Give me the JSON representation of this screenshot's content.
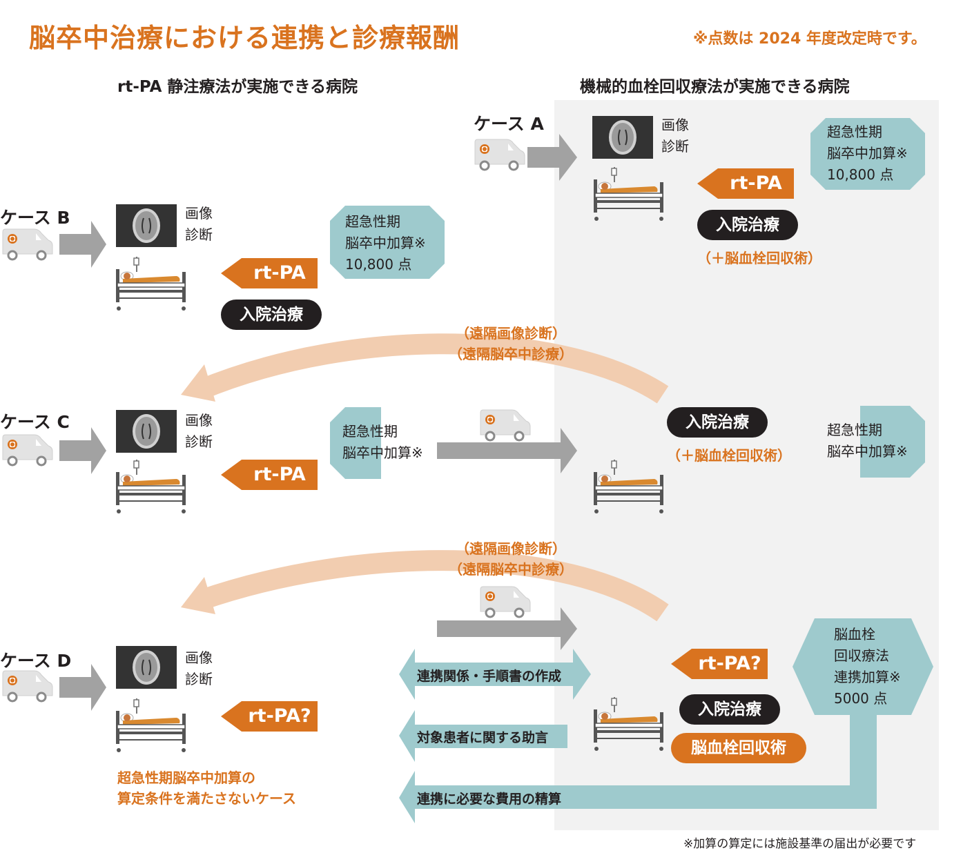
{
  "title": "脳卒中治療における連携と診療報酬",
  "note_top": "※点数は 2024 年度改定時です。",
  "col_left": "rt-PA 静注療法が実施できる病院",
  "col_right": "機械的血栓回収療法が実施できる病院",
  "cases": {
    "a": "ケース A",
    "b": "ケース B",
    "c": "ケース C",
    "d": "ケース D"
  },
  "img_diag": {
    "line1": "画像",
    "line2": "診断"
  },
  "rtpa": "rt-PA",
  "rtpa_q": "rt-PA?",
  "inpatient": "入院治療",
  "thrombectomy_paren": "（＋脳血栓回収術）",
  "thrombectomy": "脳血栓回収術",
  "remote": {
    "image": "（遠隔画像診断）",
    "stroke": "（遠隔脳卒中診療）"
  },
  "bonus": {
    "line1": "超急性期",
    "line2": "脳卒中加算※",
    "points": "10,800 点"
  },
  "collab_bonus": {
    "line1": "脳血栓",
    "line2": "回収療法",
    "line3": "連携加算※",
    "points": "5000 点"
  },
  "bars": {
    "procedure": "連携関係・手順書の作成",
    "advice": "対象患者に関する助言",
    "cost": "連携に必要な費用の精算"
  },
  "case_d_note": {
    "line1": "超急性期脳卒中加算の",
    "line2": "算定条件を満たさないケース"
  },
  "footnote": "※加算の算定には施設基準の届出が必要です",
  "colors": {
    "orange": "#d9731f",
    "dark": "#231f20",
    "teal": "#9ecacd",
    "peach": "#f2cdb0",
    "gray_arrow": "#a2a2a2",
    "panel": "#f2f2f2"
  }
}
